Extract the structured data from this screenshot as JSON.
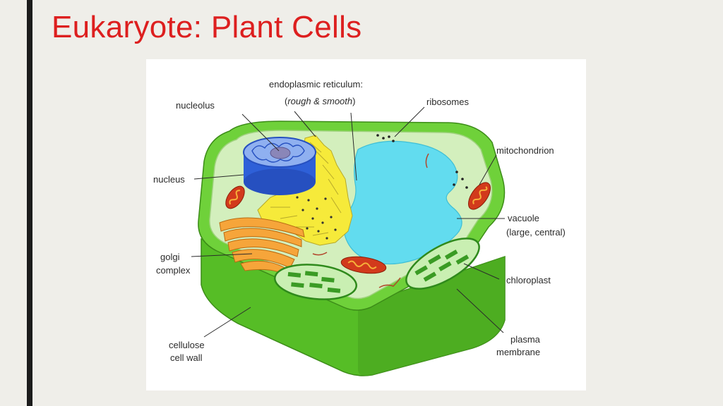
{
  "slide": {
    "title": "Eukaryote: Plant Cells"
  },
  "diagram": {
    "labels": {
      "nucleolus": "nucleolus",
      "er_line1": "endoplasmic reticulum:",
      "er_open": "(",
      "er_italic": "rough & smooth",
      "er_close": ")",
      "ribosomes": "ribosomes",
      "mitochondrion": "mitochondrion",
      "nucleus": "nucleus",
      "vacuole_line1": "vacuole",
      "vacuole_line2": "(large, central)",
      "golgi_line1": "golgi",
      "golgi_line2": "complex",
      "chloroplast": "chloroplast",
      "plasma_line1": "plasma",
      "plasma_line2": "membrane",
      "cellwall_line1": "cellulose",
      "cellwall_line2": "cell wall"
    },
    "colors": {
      "wall_green": "#5cc62e",
      "cytoplasm": "#cdebb6",
      "vacuole": "#62dcef",
      "nucleus": "#2e60d8",
      "er_yellow": "#f6ea3a",
      "golgi_orange": "#f6a53a",
      "mito_red": "#d23a1c",
      "title_red": "#dd1f1f"
    }
  }
}
